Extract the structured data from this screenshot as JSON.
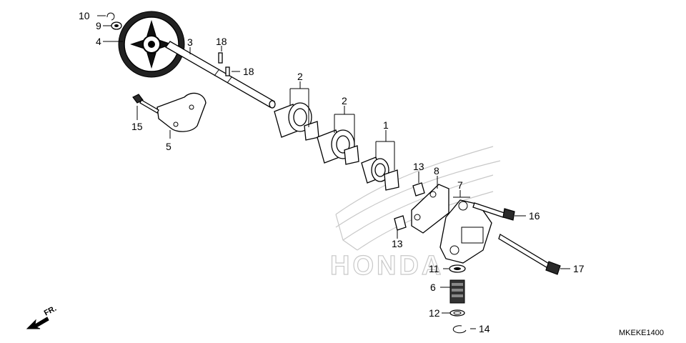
{
  "diagram": {
    "code": "MKEKE1400",
    "direction_label": "FR.",
    "watermark": "HONDA",
    "callouts": {
      "c1": "1",
      "c2a": "2",
      "c2b": "2",
      "c3": "3",
      "c4": "4",
      "c5": "5",
      "c6": "6",
      "c7": "7",
      "c8": "8",
      "c9": "9",
      "c10": "10",
      "c11": "11",
      "c12": "12",
      "c13a": "13",
      "c13b": "13",
      "c14": "14",
      "c15": "15",
      "c16": "16",
      "c17": "17",
      "c18a": "18",
      "c18b": "18"
    }
  }
}
